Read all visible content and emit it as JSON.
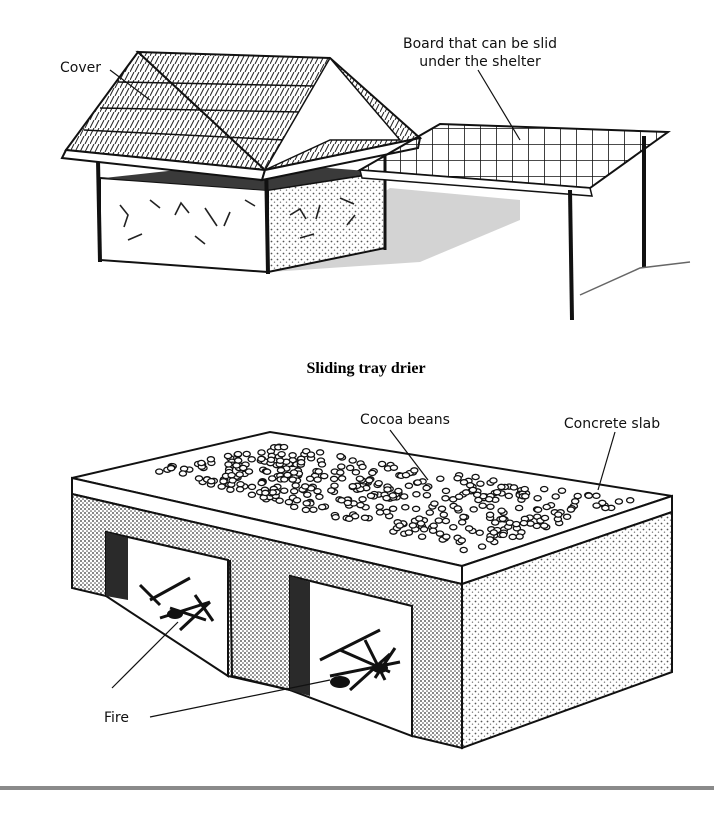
{
  "top_diagram": {
    "label_cover": "Cover",
    "label_board_line1": "Board that can be slid",
    "label_board_line2": "under the shelter",
    "caption": "Sliding tray drier"
  },
  "bottom_diagram": {
    "label_cocoa_beans": "Cocoa beans",
    "label_concrete_slab": "Concrete slab",
    "label_fire": "Fire"
  },
  "colors": {
    "ink": "#111111",
    "shade": "#bdbdbd",
    "rule": "#8a8a8a"
  }
}
